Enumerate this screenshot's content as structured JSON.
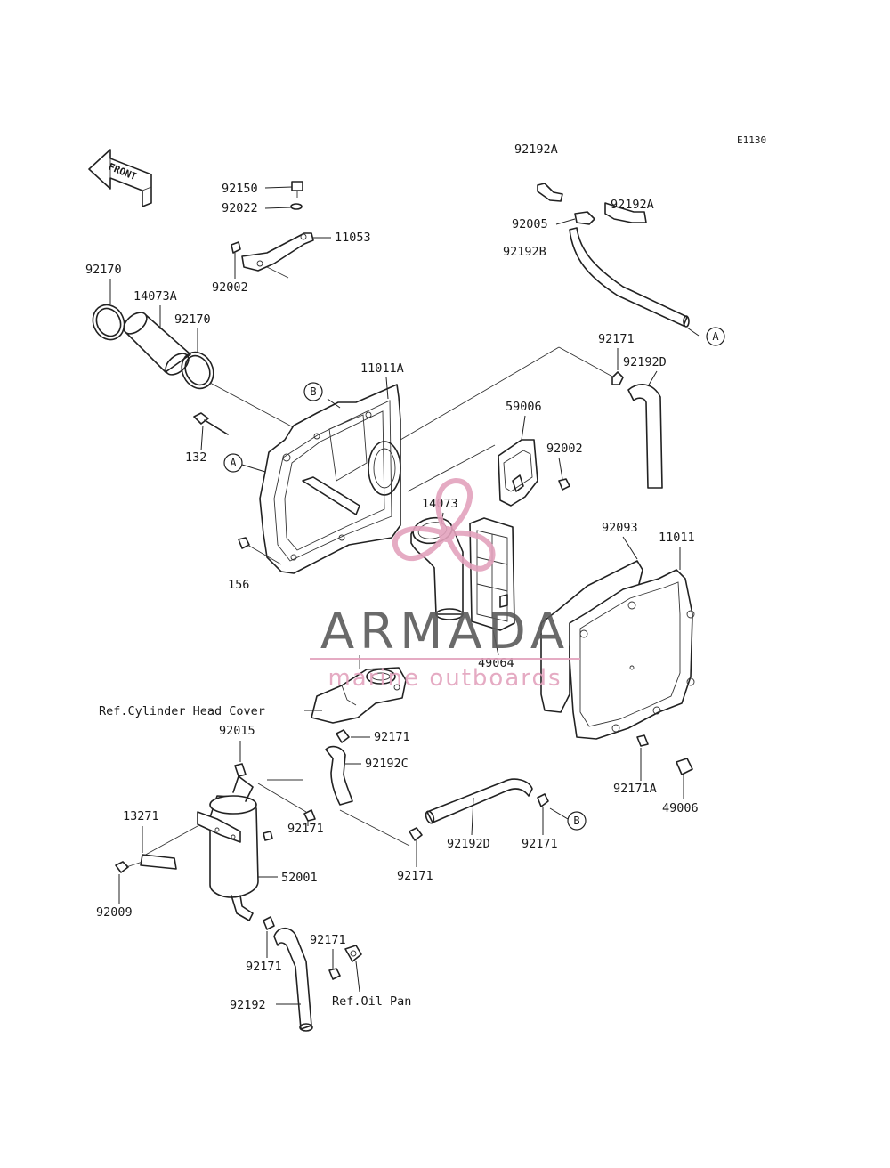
{
  "diagram_code": "E1130",
  "front_label": "FRONT",
  "parts": {
    "p92192A_top": "92192A",
    "p92192A_right": "92192A",
    "p92005": "92005",
    "p92192B": "92192B",
    "p92150": "92150",
    "p92022": "92022",
    "p11053": "11053",
    "p92002_bracket": "92002",
    "p92170_left": "92170",
    "p14073A": "14073A",
    "p92170_right": "92170",
    "p92171_top": "92171",
    "p92192D_top": "92192D",
    "p11011A": "11011A",
    "p59006": "59006",
    "p92002_cover": "92002",
    "p132": "132",
    "p14073": "14073",
    "p92093": "92093",
    "p11011": "11011",
    "p156": "156",
    "p49064": "49064",
    "p92171_mid": "92171",
    "p92192C": "92192C",
    "p92015": "92015",
    "p92171A": "92171A",
    "p49006": "49006",
    "p13271": "13271",
    "p92171_tank": "92171",
    "p52001": "52001",
    "p92192D_bottom": "92192D",
    "p92171_b": "92171",
    "p92171_hose": "92171",
    "p92009": "92009",
    "p92171_low": "92171",
    "p92171_oil": "92171",
    "p92192": "92192"
  },
  "references": {
    "cylinder_head_cover": "Ref.Cylinder Head Cover",
    "oil_pan": "Ref.Oil Pan"
  },
  "callouts": {
    "a_top": "A",
    "a_left": "B",
    "a_body": "A",
    "b_bottom": "B"
  },
  "watermark": {
    "brand": "ARMADA",
    "tagline": "marine outboards",
    "brand_color": "#5a5a5a",
    "accent_color": "#e3a2bd"
  }
}
